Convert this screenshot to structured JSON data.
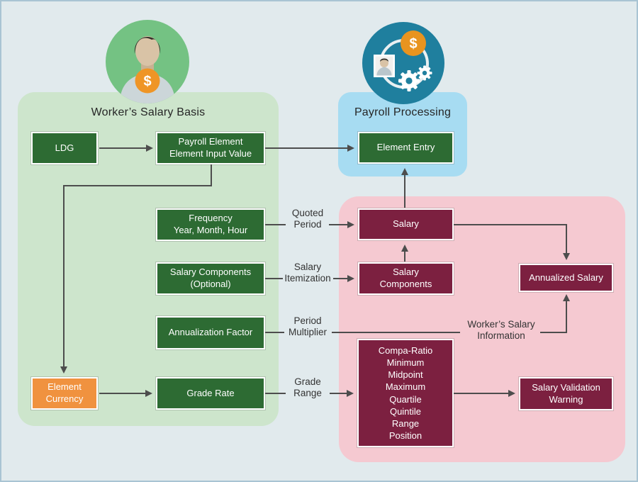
{
  "panels": {
    "worker_salary_basis": {
      "title": "Worker’s Salary Basis"
    },
    "payroll_processing": {
      "title": "Payroll Processing"
    }
  },
  "nodes": {
    "ldg": {
      "text": "LDG"
    },
    "payroll_element": {
      "text": "Payroll Element\nElement Input Value"
    },
    "frequency": {
      "text": "Frequency\nYear, Month, Hour"
    },
    "salary_components_source": {
      "text": "Salary Components\n(Optional)"
    },
    "annualization_factor": {
      "text": "Annualization Factor"
    },
    "grade_rate": {
      "text": "Grade Rate"
    },
    "element_currency": {
      "text": "Element\nCurrency"
    },
    "element_entry": {
      "text": "Element Entry"
    },
    "salary": {
      "text": "Salary"
    },
    "salary_components": {
      "text": "Salary\nComponents"
    },
    "annualized_salary": {
      "text": "Annualized Salary"
    },
    "compa_ratio": {
      "text": "Compa-Ratio\nMinimum\nMidpoint\nMaximum\nQuartile\nQuintile\nRange\nPosition"
    },
    "salary_validation_warning": {
      "text": "Salary Validation\nWarning"
    }
  },
  "connector_labels": {
    "quoted_period": {
      "text": "Quoted\nPeriod"
    },
    "salary_itemization": {
      "text": "Salary\nItemization"
    },
    "period_multiplier": {
      "text": "Period\nMultiplier"
    },
    "grade_range": {
      "text": "Grade\nRange"
    },
    "workers_salary_information": {
      "text": "Worker’s Salary\nInformation"
    }
  },
  "icons": {
    "worker_badge": "worker-avatar-with-dollar-coin",
    "payroll_badge": "payroll-cycle-photo-coin-gears",
    "dollar_symbol": "$"
  },
  "colors": {
    "background": "#e1eaed",
    "frame_border": "#a9c4d3",
    "panel_green": "#cde5cc",
    "panel_blue": "#a7dcf2",
    "panel_pink": "#f5c9d1",
    "box_green": "#2d6b33",
    "box_maroon": "#7c2040",
    "box_orange": "#f0923f",
    "arrow_gray": "#4d4d4d",
    "badge_green": "#74c283",
    "badge_teal": "#1f7f9e",
    "coin_orange": "#e8941f"
  }
}
